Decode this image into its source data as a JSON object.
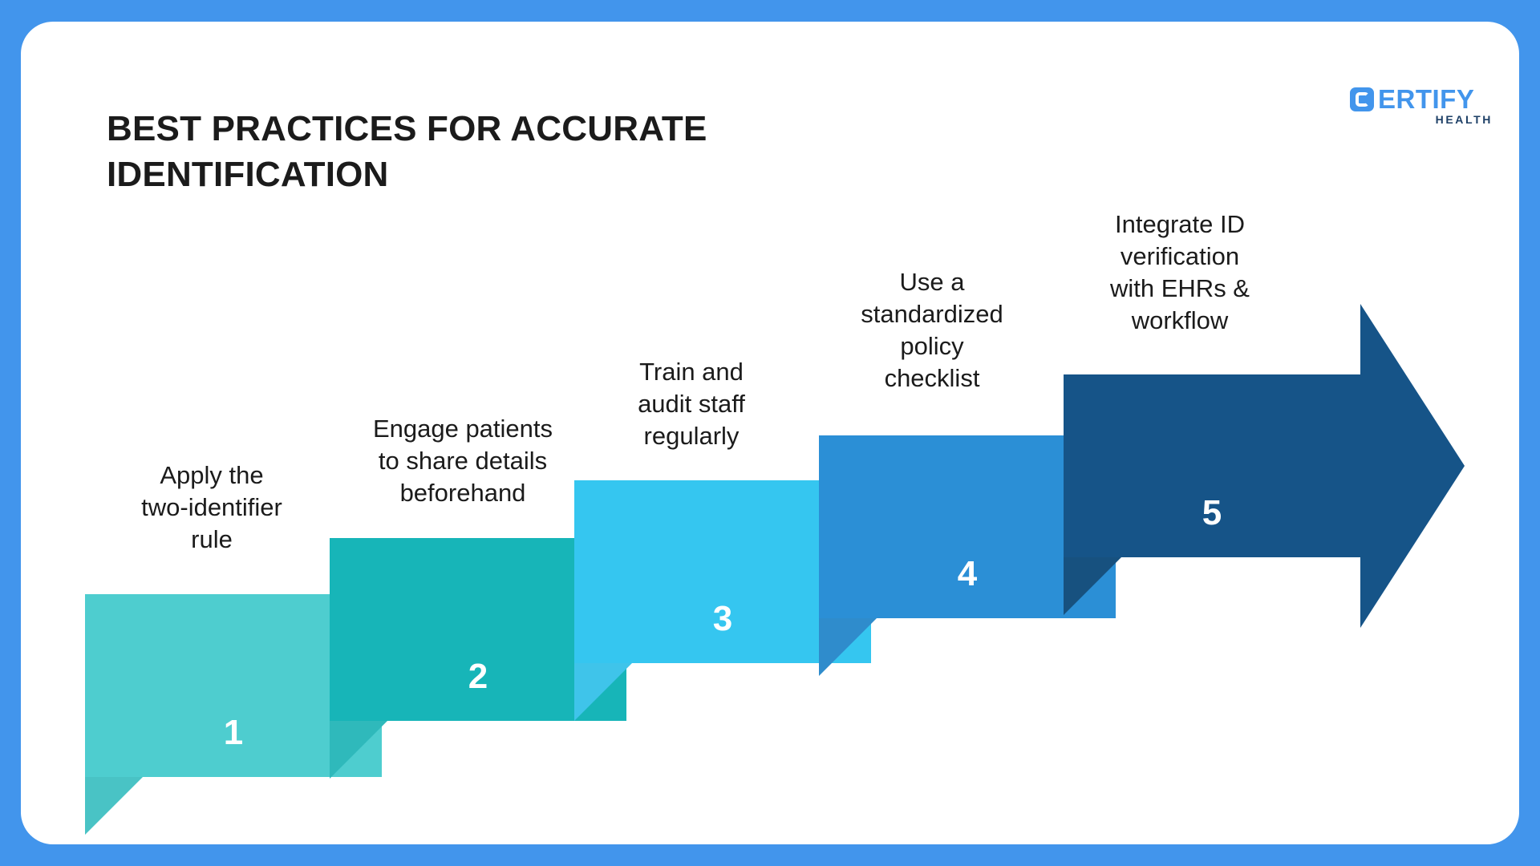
{
  "theme": {
    "frame_color": "#4295ec",
    "card_color": "#ffffff",
    "title_color": "#1b1b1b",
    "caption_color": "#1b1b1b",
    "number_color": "#ffffff"
  },
  "header": {
    "title_line1": "BEST PRACTICES FOR ACCURATE",
    "title_line2": "IDENTIFICATION"
  },
  "logo": {
    "mark": "certify-c-mark",
    "wordmark": "ERTIFY",
    "mark_letter": "C",
    "subtitle": "HEALTH",
    "color": "#4295ec",
    "subtitle_color": "#1d3f66"
  },
  "chart_data": {
    "type": "bar",
    "title": "BEST PRACTICES FOR ACCURATE IDENTIFICATION",
    "categories": [
      "1",
      "2",
      "3",
      "4",
      "5"
    ],
    "values": [
      1,
      2,
      3,
      4,
      5
    ],
    "xlabel": "",
    "ylabel": "",
    "legend": "none",
    "labels": [
      "Apply the two-identifier rule",
      "Engage patients to share details beforehand",
      "Train and audit staff regularly",
      "Use a standardized policy checklist",
      "Integrate ID verification with EHRs & workflow"
    ],
    "colors": [
      "#4ecdcf",
      "#17b5b8",
      "#35c6f0",
      "#2b8fd6",
      "#165488"
    ]
  },
  "steps": [
    {
      "number": "1",
      "caption_line1": "Apply the",
      "caption_line2": "two-identifier",
      "caption_line3": "rule",
      "color": "#4ecdcf",
      "fold_color": "#49c3c5"
    },
    {
      "number": "2",
      "caption_line1": "Engage patients",
      "caption_line2": "to share details",
      "caption_line3": "beforehand",
      "color": "#17b5b8",
      "fold_color": "#2fb9bb"
    },
    {
      "number": "3",
      "caption_line1": "Train and",
      "caption_line2": "audit staff",
      "caption_line3": "regularly",
      "color": "#35c6f0",
      "fold_color": "#3fc4ea"
    },
    {
      "number": "4",
      "caption_line1": "Use a",
      "caption_line2": "standardized",
      "caption_line3": "policy",
      "caption_line4": "checklist",
      "color": "#2b8fd6",
      "fold_color": "#2f8ccc"
    },
    {
      "number": "5",
      "caption_line1": "Integrate ID",
      "caption_line2": "verification",
      "caption_line3": "with EHRs &",
      "caption_line4": "workflow",
      "color": "#165488",
      "fold_color": "#17517f"
    }
  ]
}
